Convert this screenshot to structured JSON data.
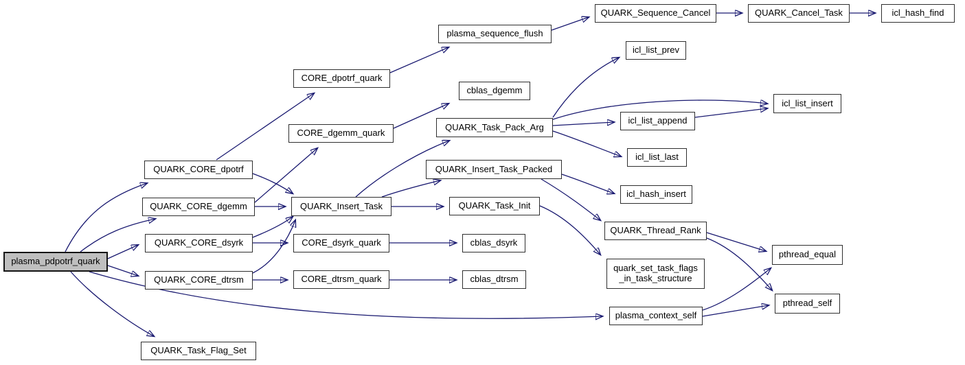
{
  "diagram": {
    "kind": "call-graph",
    "root_function": "plasma_pdpotrf_quark"
  },
  "colors": {
    "edge": "#191970",
    "node_border": "#2e2e2e",
    "node_fill": "#ffffff",
    "root_fill": "#bfbfbf",
    "background": "#ffffff"
  },
  "nodes": [
    {
      "id": "plasma_pdpotrf_quark",
      "label": "plasma_pdpotrf_quark",
      "root": true
    },
    {
      "id": "QUARK_CORE_dpotrf",
      "label": "QUARK_CORE_dpotrf"
    },
    {
      "id": "QUARK_CORE_dgemm",
      "label": "QUARK_CORE_dgemm"
    },
    {
      "id": "QUARK_CORE_dsyrk",
      "label": "QUARK_CORE_dsyrk"
    },
    {
      "id": "QUARK_CORE_dtrsm",
      "label": "QUARK_CORE_dtrsm"
    },
    {
      "id": "QUARK_Task_Flag_Set",
      "label": "QUARK_Task_Flag_Set"
    },
    {
      "id": "CORE_dpotrf_quark",
      "label": "CORE_dpotrf_quark"
    },
    {
      "id": "CORE_dgemm_quark",
      "label": "CORE_dgemm_quark"
    },
    {
      "id": "QUARK_Insert_Task",
      "label": "QUARK_Insert_Task"
    },
    {
      "id": "CORE_dsyrk_quark",
      "label": "CORE_dsyrk_quark"
    },
    {
      "id": "CORE_dtrsm_quark",
      "label": "CORE_dtrsm_quark"
    },
    {
      "id": "plasma_sequence_flush",
      "label": "plasma_sequence_flush"
    },
    {
      "id": "cblas_dgemm",
      "label": "cblas_dgemm"
    },
    {
      "id": "QUARK_Task_Pack_Arg",
      "label": "QUARK_Task_Pack_Arg"
    },
    {
      "id": "QUARK_Insert_Task_Packed",
      "label": "QUARK_Insert_Task_Packed"
    },
    {
      "id": "QUARK_Task_Init",
      "label": "QUARK_Task_Init"
    },
    {
      "id": "cblas_dsyrk",
      "label": "cblas_dsyrk"
    },
    {
      "id": "cblas_dtrsm",
      "label": "cblas_dtrsm"
    },
    {
      "id": "QUARK_Sequence_Cancel",
      "label": "QUARK_Sequence_Cancel"
    },
    {
      "id": "QUARK_Cancel_Task",
      "label": "QUARK_Cancel_Task"
    },
    {
      "id": "icl_hash_find",
      "label": "icl_hash_find"
    },
    {
      "id": "icl_list_prev",
      "label": "icl_list_prev"
    },
    {
      "id": "icl_list_append",
      "label": "icl_list_append"
    },
    {
      "id": "icl_list_last",
      "label": "icl_list_last"
    },
    {
      "id": "icl_hash_insert",
      "label": "icl_hash_insert"
    },
    {
      "id": "QUARK_Thread_Rank",
      "label": "QUARK_Thread_Rank"
    },
    {
      "id": "quark_set_task_flags_in_task_structure",
      "label": "quark_set_task_flags_in_task_structure",
      "lines": [
        "quark_set_task_flags",
        "_in_task_structure"
      ]
    },
    {
      "id": "plasma_context_self",
      "label": "plasma_context_self"
    },
    {
      "id": "icl_list_insert",
      "label": "icl_list_insert"
    },
    {
      "id": "pthread_equal",
      "label": "pthread_equal"
    },
    {
      "id": "pthread_self",
      "label": "pthread_self"
    }
  ],
  "edges": [
    {
      "from": "plasma_pdpotrf_quark",
      "to": "QUARK_CORE_dpotrf"
    },
    {
      "from": "plasma_pdpotrf_quark",
      "to": "QUARK_CORE_dgemm"
    },
    {
      "from": "plasma_pdpotrf_quark",
      "to": "QUARK_CORE_dsyrk"
    },
    {
      "from": "plasma_pdpotrf_quark",
      "to": "QUARK_CORE_dtrsm"
    },
    {
      "from": "plasma_pdpotrf_quark",
      "to": "QUARK_Task_Flag_Set"
    },
    {
      "from": "plasma_pdpotrf_quark",
      "to": "plasma_context_self"
    },
    {
      "from": "QUARK_CORE_dpotrf",
      "to": "CORE_dpotrf_quark"
    },
    {
      "from": "QUARK_CORE_dpotrf",
      "to": "QUARK_Insert_Task"
    },
    {
      "from": "QUARK_CORE_dgemm",
      "to": "CORE_dgemm_quark"
    },
    {
      "from": "QUARK_CORE_dgemm",
      "to": "QUARK_Insert_Task"
    },
    {
      "from": "QUARK_CORE_dsyrk",
      "to": "CORE_dsyrk_quark"
    },
    {
      "from": "QUARK_CORE_dsyrk",
      "to": "QUARK_Insert_Task"
    },
    {
      "from": "QUARK_CORE_dtrsm",
      "to": "CORE_dtrsm_quark"
    },
    {
      "from": "QUARK_CORE_dtrsm",
      "to": "QUARK_Insert_Task"
    },
    {
      "from": "CORE_dpotrf_quark",
      "to": "plasma_sequence_flush"
    },
    {
      "from": "plasma_sequence_flush",
      "to": "QUARK_Sequence_Cancel"
    },
    {
      "from": "QUARK_Sequence_Cancel",
      "to": "QUARK_Cancel_Task"
    },
    {
      "from": "QUARK_Cancel_Task",
      "to": "icl_hash_find"
    },
    {
      "from": "CORE_dgemm_quark",
      "to": "cblas_dgemm"
    },
    {
      "from": "CORE_dsyrk_quark",
      "to": "cblas_dsyrk"
    },
    {
      "from": "CORE_dtrsm_quark",
      "to": "cblas_dtrsm"
    },
    {
      "from": "QUARK_Insert_Task",
      "to": "QUARK_Task_Pack_Arg"
    },
    {
      "from": "QUARK_Insert_Task",
      "to": "QUARK_Insert_Task_Packed"
    },
    {
      "from": "QUARK_Insert_Task",
      "to": "QUARK_Task_Init"
    },
    {
      "from": "QUARK_Task_Pack_Arg",
      "to": "icl_list_prev"
    },
    {
      "from": "QUARK_Task_Pack_Arg",
      "to": "icl_list_insert"
    },
    {
      "from": "QUARK_Task_Pack_Arg",
      "to": "icl_list_append"
    },
    {
      "from": "QUARK_Task_Pack_Arg",
      "to": "icl_list_last"
    },
    {
      "from": "icl_list_append",
      "to": "icl_list_insert"
    },
    {
      "from": "QUARK_Insert_Task_Packed",
      "to": "icl_hash_insert"
    },
    {
      "from": "QUARK_Insert_Task_Packed",
      "to": "QUARK_Thread_Rank"
    },
    {
      "from": "QUARK_Task_Init",
      "to": "quark_set_task_flags_in_task_structure"
    },
    {
      "from": "QUARK_Thread_Rank",
      "to": "pthread_equal"
    },
    {
      "from": "QUARK_Thread_Rank",
      "to": "pthread_self"
    },
    {
      "from": "plasma_context_self",
      "to": "pthread_equal"
    },
    {
      "from": "plasma_context_self",
      "to": "pthread_self"
    }
  ]
}
